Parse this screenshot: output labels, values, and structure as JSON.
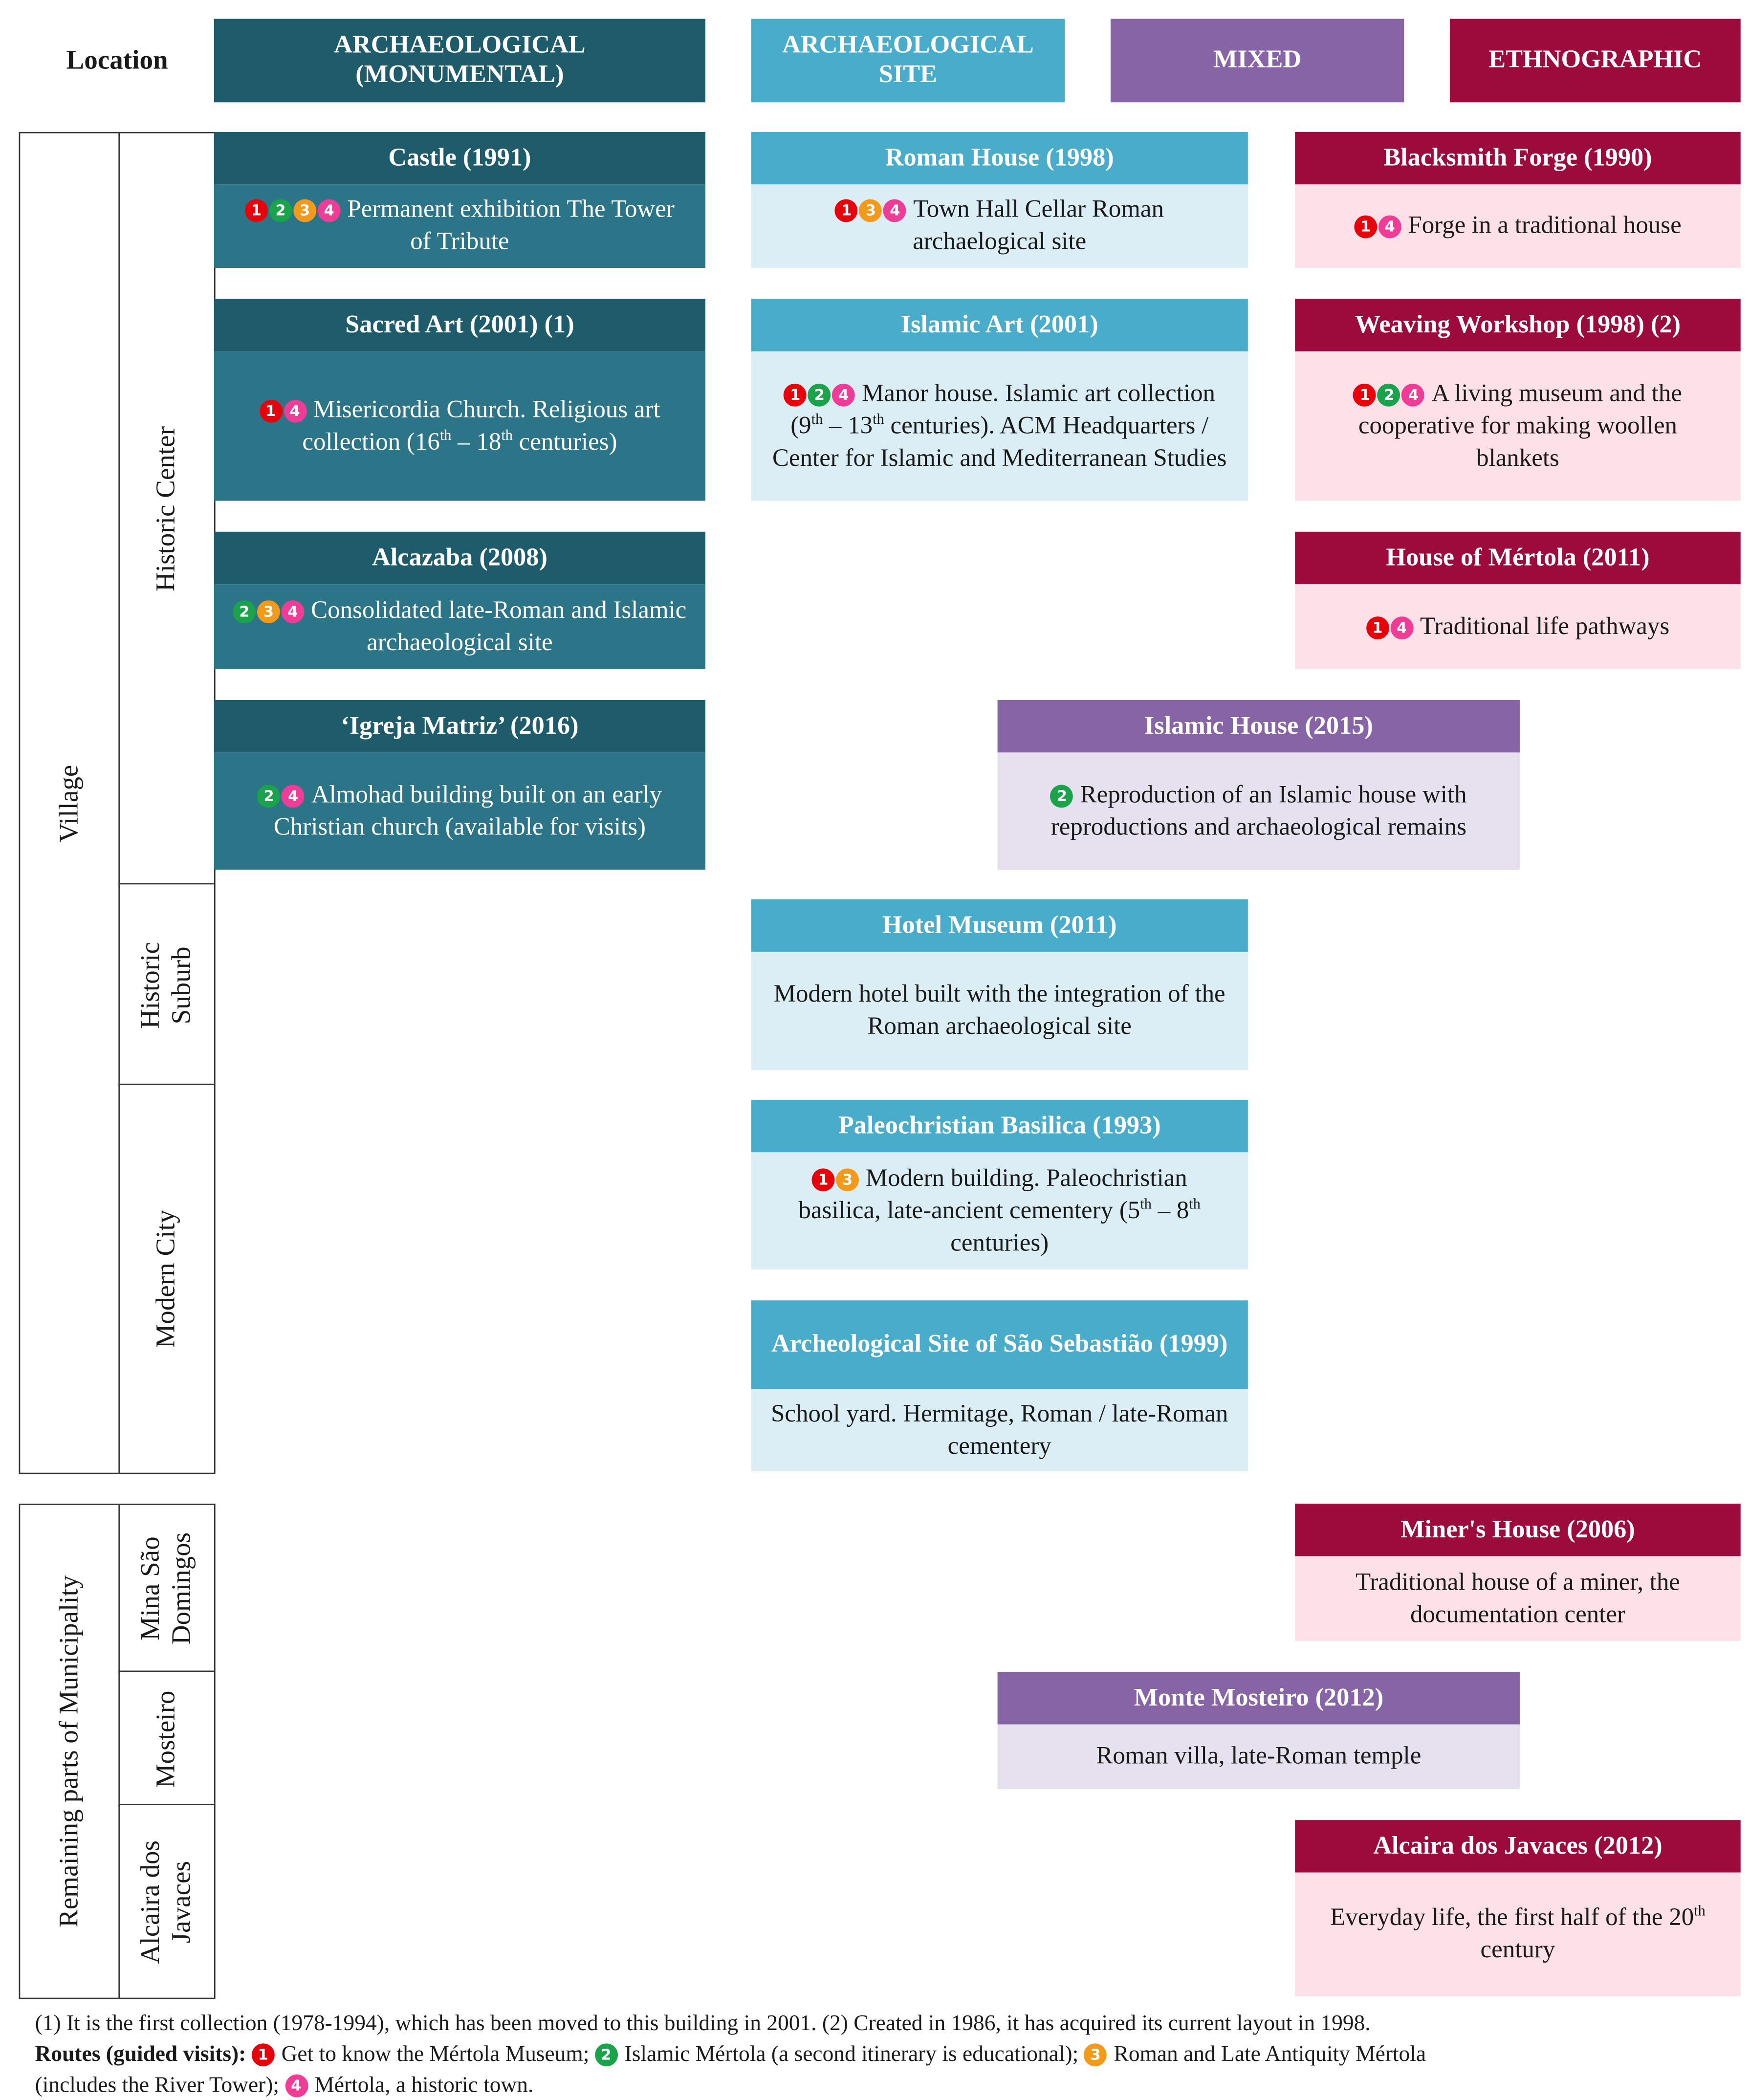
{
  "location_label": "Location",
  "columns": [
    {
      "line1": "ARCHAEOLOGICAL",
      "line2": "(MONUMENTAL)"
    },
    {
      "line1": "ARCHAEOLOGICAL",
      "line2": "SITE"
    },
    {
      "line1": "MIXED",
      "line2": ""
    },
    {
      "line1": "ETHNOGRAPHIC",
      "line2": ""
    }
  ],
  "regions": {
    "village": "Village",
    "remaining": "Remaining  parts of Municipality"
  },
  "zones": {
    "historic_center": "Historic  Center",
    "historic_suburb_1": "Historic",
    "historic_suburb_2": "Suburb",
    "modern_city": "Modern  City",
    "mina_1": "Mina São",
    "mina_2": "Domingos",
    "mosteiro": "Mosteiro",
    "alcaira_1": "Alcaira  dos",
    "alcaira_2": "Javaces"
  },
  "colors": {
    "monumental_title": "#1f5c6b",
    "monumental_body": "#2c7488",
    "site_title": "#4aaccb",
    "site_body": "#dbeef6",
    "mixed_title": "#8664a5",
    "mixed_body": "#e7e0ee",
    "ethno_title": "#9c0b3c",
    "ethno_body": "#fde0e8",
    "route_1": "#e8000b",
    "route_2": "#1aa34a",
    "route_3": "#f39a1b",
    "route_4": "#ef3c96"
  },
  "museums": [
    {
      "title": "Castle (1991)",
      "routes": [
        1,
        2,
        3,
        4
      ],
      "body": "Permanent exhibition The Tower of Tribute"
    },
    {
      "title": "Sacred Art (2001) (1)",
      "routes": [
        1,
        4
      ],
      "body": "Misericordia Church. Religious art collection (16th – 18th  centuries)"
    },
    {
      "title": "Alcazaba (2008)",
      "routes": [
        2,
        3,
        4
      ],
      "body": "Consolidated late-Roman and Islamic archaeological site"
    },
    {
      "title": "‘Igreja Matriz’ (2016)",
      "routes": [
        2,
        4
      ],
      "body": "Almohad building built on an early Christian church (available for visits)"
    },
    {
      "title": "Roman House (1998)",
      "routes": [
        1,
        3,
        4
      ],
      "body": "Town Hall Cellar Roman archaelogical site"
    },
    {
      "title": "Islamic Art (2001)",
      "routes": [
        1,
        2,
        4
      ],
      "body": "Manor  house. Islamic art collection (9th – 13th centuries). ACM Headquarters / Center for Islamic and Mediterranean Studies"
    },
    {
      "title": "Hotel Museum (2011)",
      "routes": [],
      "body": "Modern hotel built with the integration of the Roman archaeological site"
    },
    {
      "title": "Paleochristian Basilica (1993)",
      "routes": [
        1,
        3
      ],
      "body": "Modern building. Paleochristian basilica, late-ancient cementery (5th – 8th centuries)"
    },
    {
      "title": "Archeological Site of São Sebastião (1999)",
      "routes": [],
      "body": "School yard. Hermitage, Roman / late-Roman cementery"
    },
    {
      "title": "Islamic House (2015)",
      "routes": [
        2
      ],
      "body": "Reproduction of an Islamic house with reproductions and archaeological remains"
    },
    {
      "title": "Monte Mosteiro (2012)",
      "routes": [],
      "body": "Roman villa, late-Roman temple"
    },
    {
      "title": "Blacksmith Forge (1990)",
      "routes": [
        1,
        4
      ],
      "body": "Forge in a traditional house"
    },
    {
      "title": "Weaving Workshop (1998) (2)",
      "routes": [
        1,
        2,
        4
      ],
      "body": "A living museum and the cooperative for making woollen blankets"
    },
    {
      "title": "House of Mértola (2011)",
      "routes": [
        1,
        4
      ],
      "body": "Traditional life pathways"
    },
    {
      "title": "Miner's House (2006)",
      "routes": [],
      "body": "Traditional house of a miner, the documentation center"
    },
    {
      "title": "Alcaira dos Javaces (2012)",
      "routes": [],
      "body": "Everyday life, the first half of the 20th century"
    }
  ],
  "footnote": {
    "notes": "(1)   It is the first collection (1978-1994), which has been moved to this building in 2001. (2) Created in 1986, it has acquired its current layout in 1998.",
    "routes_label": "Routes (guided visits):",
    "route_1": "Get to know the Mértola Museum;",
    "route_2": "Islamic Mértola (a second itinerary is educational);",
    "route_3": "Roman and Late Antiquity Mértola",
    "route_3b": "(includes the River Tower);",
    "route_4": "Mértola, a historic town."
  }
}
